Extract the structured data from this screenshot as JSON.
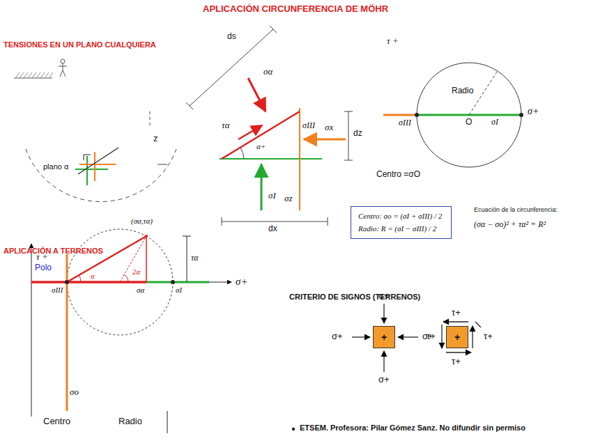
{
  "diagram": {
    "title": "APLICACIÓN CIRCUNFERENCIA DE MÖHR",
    "nodes": [
      {
        "text": [
          "Centro: σo = (σI + σIII) / 2",
          "Radio: R = (σI − σIII) / 2"
        ]
      },
      {
        "text": [
          "+"
        ]
      },
      {
        "text": [
          "+"
        ]
      }
    ],
    "labels": [
      "TENSIONES EN UN PLANO CUALQUIERA",
      "z",
      "plano α",
      "ds",
      "σα",
      "τα",
      "α+",
      "σIII",
      "σx",
      "dz",
      "σI",
      "σz",
      "dx",
      "τ +",
      "Radio",
      "σ+",
      "σIII",
      "O",
      "σI",
      "Centro =σO",
      "Ecuación de la circunferencia:",
      "(σα − σo)² + τα² = R²",
      "APLICACIÓN A TERRENOS",
      "τ +",
      "Polo",
      "(σα,τα)",
      "τα",
      "α",
      "2α",
      "σIII",
      "σα",
      "σI",
      "σ+",
      "σo",
      "Centro",
      "Radio",
      "CRITERIO DE SIGNOS (TERRENOS)",
      "σ+",
      "σ+",
      "σ+",
      "σ+",
      "τ+",
      "τ+",
      "τ+",
      "τ+",
      "ETSEM. Profesora: Pilar Gómez Sanz. No difundir sin permiso"
    ]
  }
}
